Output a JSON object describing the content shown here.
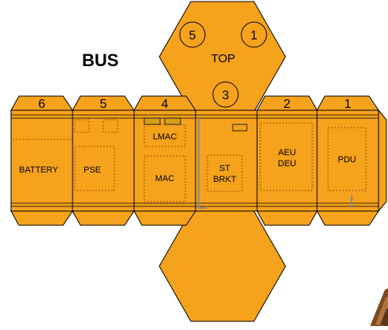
{
  "title": "BUS",
  "top_face": {
    "label": "TOP",
    "markers": [
      "5",
      "1",
      "3"
    ]
  },
  "panels": [
    {
      "number": "6",
      "labels": [
        "BATTERY"
      ]
    },
    {
      "number": "5",
      "labels": [
        "PSE"
      ]
    },
    {
      "number": "4",
      "labels": [
        "LMAC",
        "MAC"
      ]
    },
    {
      "number": "",
      "labels": [
        "ST",
        "BRKT"
      ]
    },
    {
      "number": "2",
      "labels": [
        "AEU",
        "DEU"
      ]
    },
    {
      "number": "1",
      "labels": [
        "PDU"
      ]
    }
  ],
  "colors": {
    "panel_fill": "#F5A21C",
    "outline": "#000000",
    "dashed": "#7a4a00",
    "strut": "#8a8a8a",
    "small_block": "#D4A017"
  }
}
